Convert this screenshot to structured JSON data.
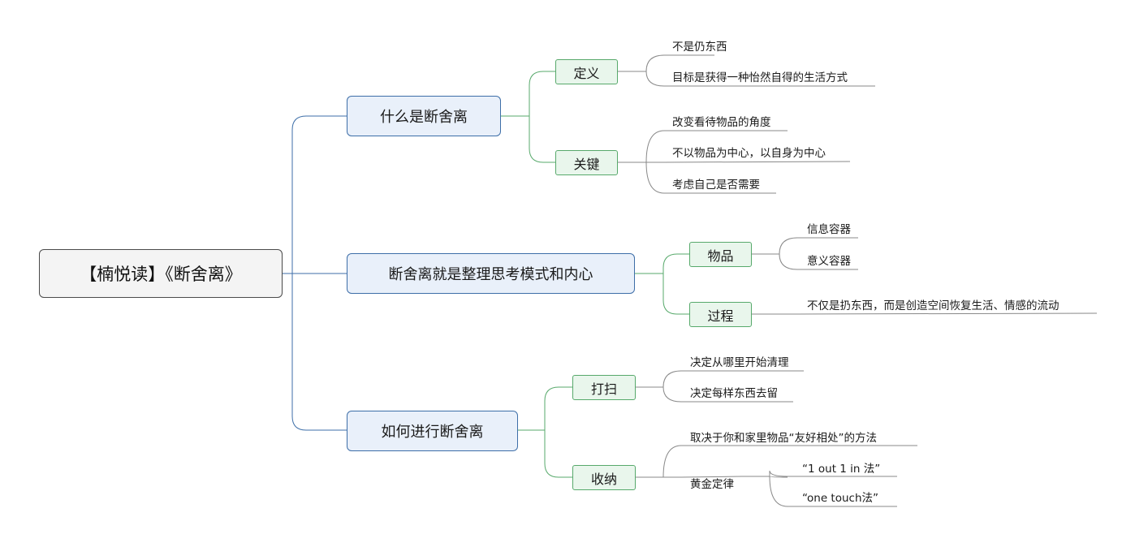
{
  "root": {
    "label": "【楠悦读】《断舍离》"
  },
  "branches": [
    {
      "label": "什么是断舍离",
      "children": [
        {
          "label": "定义",
          "leaves": [
            "不是仍东西",
            "目标是获得一种怡然自得的生活方式"
          ]
        },
        {
          "label": "关键",
          "leaves": [
            "改变看待物品的角度",
            "不以物品为中心，以自身为中心",
            "考虑自己是否需要"
          ]
        }
      ]
    },
    {
      "label": "断舍离就是整理思考模式和内心",
      "children": [
        {
          "label": "物品",
          "leaves": [
            "信息容器",
            "意义容器"
          ]
        },
        {
          "label": "过程",
          "leaves": [
            "不仅是扔东西，而是创造空间恢复生活、情感的流动"
          ]
        }
      ]
    },
    {
      "label": "如何进行断舍离",
      "children": [
        {
          "label": "打扫",
          "leaves": [
            "决定从哪里开始清理",
            "决定每样东西去留"
          ]
        },
        {
          "label": "收纳",
          "leaves": [
            "取决于你和家里物品“友好相处”的方法",
            "黄金定律"
          ],
          "subleaves": [
            "“1 out 1 in 法”",
            "“one touch法”"
          ]
        }
      ]
    }
  ],
  "colors": {
    "main_line": "#3d6ea8",
    "sub_line": "#57a96b",
    "leaf_line": "#888888"
  }
}
